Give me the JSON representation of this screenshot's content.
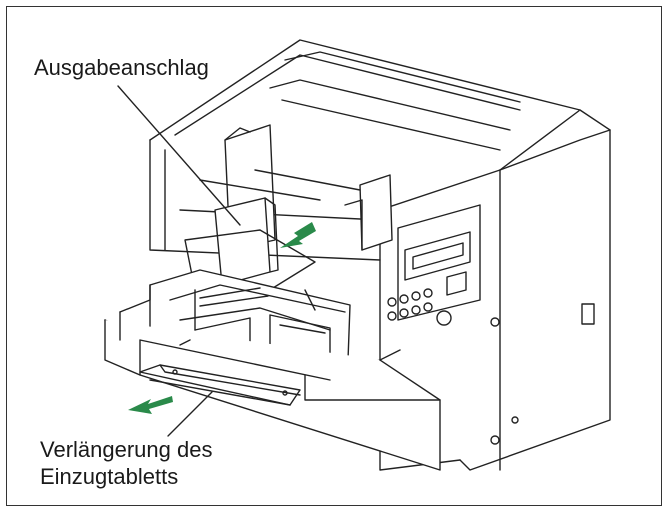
{
  "labels": {
    "output_stopper": "Ausgabeanschlag",
    "feed_tray_extension_line1": "Verlängerung des",
    "feed_tray_extension_line2": "Einzugtabletts"
  },
  "colors": {
    "line": "#222222",
    "arrow": "#2a8a4a",
    "frame": "#333333",
    "background": "#ffffff"
  }
}
